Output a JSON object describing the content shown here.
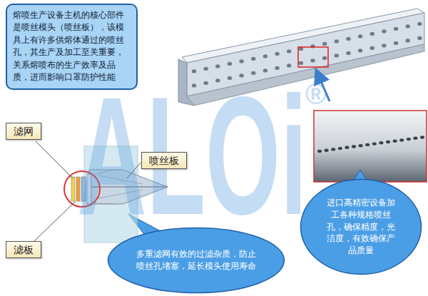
{
  "diagram": {
    "nodes": [
      {
        "text": [
          "熔喷生产设备主机的核心部件是喷丝模头（喷丝板），该模具上有许多供熔体通过的喷丝孔，其生产及加工至关重要，关系熔喷布的生产效率及品质，进而影响口罩防护性能"
        ]
      },
      {
        "text": [
          "滤网"
        ]
      },
      {
        "text": [
          "喷丝板"
        ]
      },
      {
        "text": [
          "滤板"
        ]
      },
      {
        "text": [
          "多重滤网有效的过滤杂质，防止喷丝孔堵塞，延长模头使用寿命"
        ]
      },
      {
        "text": [
          "进口高精密设备加工各种规格喷丝孔，确保精度，光洁度，有效确保产品质量"
        ]
      }
    ],
    "labels": [
      "ALOi",
      "®"
    ]
  }
}
